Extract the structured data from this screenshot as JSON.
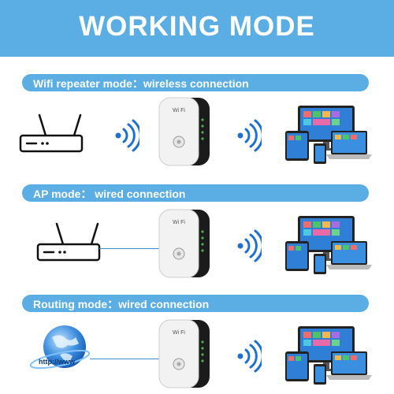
{
  "header": {
    "title": "WORKING MODE"
  },
  "modes": [
    {
      "label": "Wifi repeater mode：wireless connection",
      "source_icon": "wifi-router-icon",
      "connection": "wireless"
    },
    {
      "label": "AP mode： wired connection",
      "source_icon": "wifi-router-icon",
      "connection": "wired"
    },
    {
      "label": "Routing mode：wired connection",
      "source_icon": "internet-globe-icon",
      "connection": "wired"
    }
  ],
  "devices": {
    "repeater_badge": "Wi Fi",
    "globe_text": "http://www"
  },
  "colors": {
    "accent": "#5aaee3",
    "signal": "#1f6fd1",
    "device_body": "#f2f2f2",
    "device_side": "#1b1b1b"
  }
}
